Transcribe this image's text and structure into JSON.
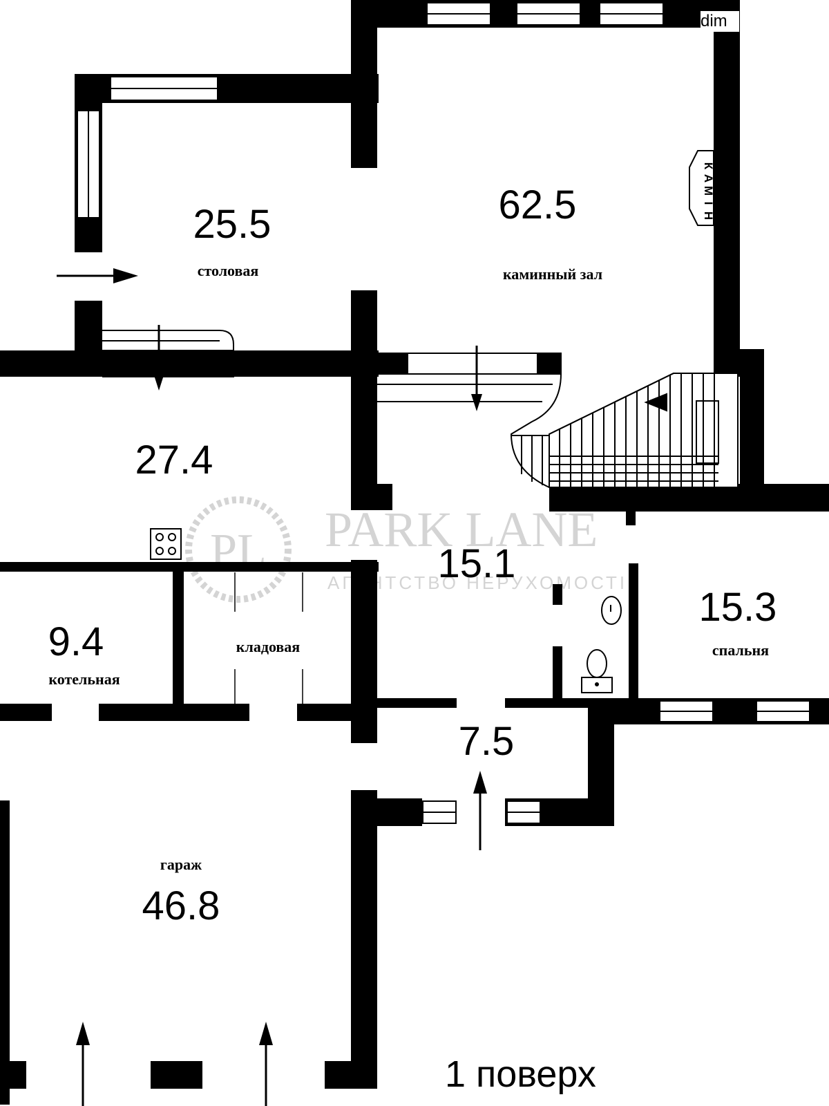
{
  "rooms": {
    "dining": {
      "area": "25.5",
      "name": "столовая"
    },
    "hall": {
      "area": "62.5",
      "name": "каминный зал"
    },
    "kitchen": {
      "area": "27.4"
    },
    "corridor": {
      "area": "15.1"
    },
    "bedroom": {
      "area": "15.3",
      "name": "спальня"
    },
    "boiler": {
      "area": "9.4",
      "name": "котельная"
    },
    "pantry": {
      "name": "кладовая"
    },
    "vestibule": {
      "area": "7.5"
    },
    "garage": {
      "area": "46.8",
      "name": "гараж"
    }
  },
  "fireplace_label": [
    "К",
    "А",
    "М",
    "І",
    "Н"
  ],
  "watermark": {
    "monogram": "PL",
    "title": "PARK LANE",
    "subtitle": "АГЕНТСТВО НЕРУХОМОСТІ"
  },
  "floor_label": "1 поверх",
  "corner_badge": "dim",
  "colors": {
    "wall": "#000000",
    "background": "#ffffff",
    "watermark": "#d4d4d4"
  }
}
